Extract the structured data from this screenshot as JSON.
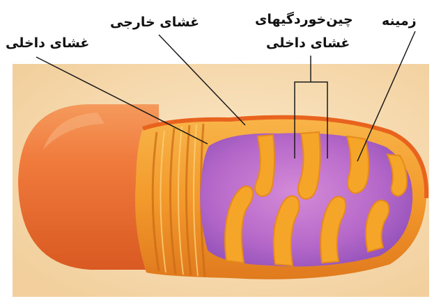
{
  "labels": {
    "inner_membrane_left": "غشای داخلی",
    "outer_membrane": "غشای خارجی",
    "cristae_line1": "چین‌خوردگیهای",
    "cristae_line2": "غشای داخلی",
    "matrix": "زمینه"
  },
  "colors": {
    "background_panel": "#f6dcb0",
    "outer_membrane": "#f07a3c",
    "inner_membrane": "#f5a628",
    "matrix": "#b565c9",
    "pointer_lines": "#1a1a1a"
  }
}
